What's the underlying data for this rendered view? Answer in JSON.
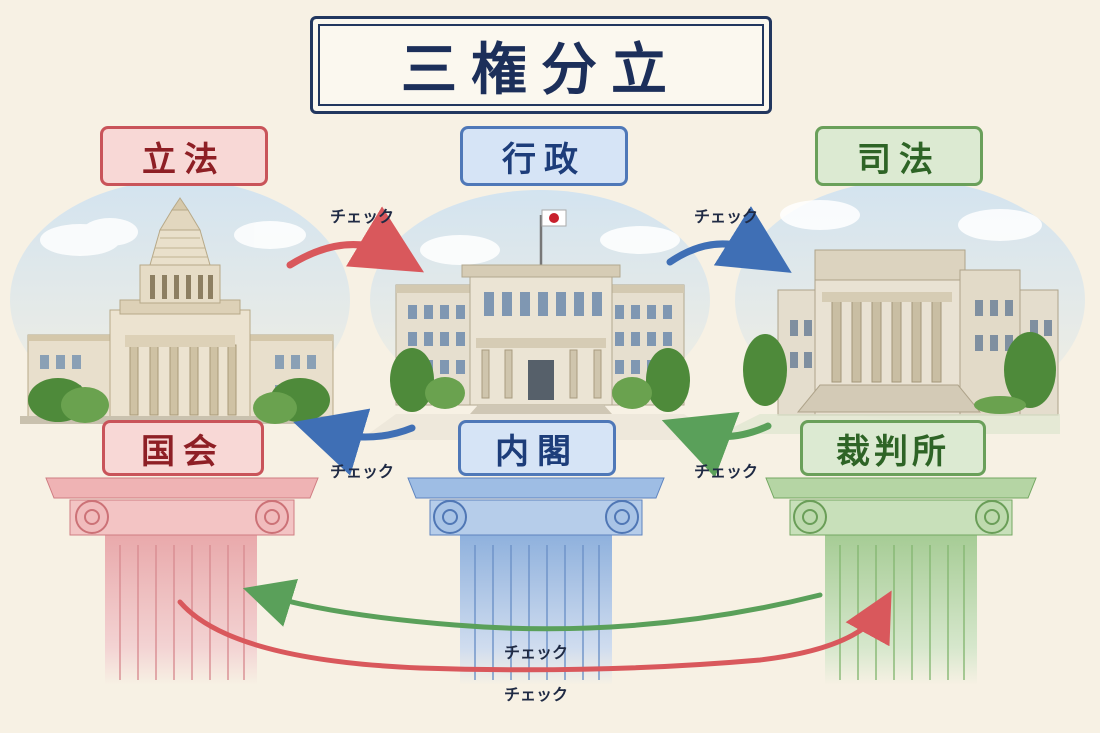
{
  "title": "三権分立",
  "branches": {
    "legislative": {
      "label": "立法",
      "institution": "国会"
    },
    "executive": {
      "label": "行政",
      "institution": "内閣"
    },
    "judicial": {
      "label": "司法",
      "institution": "裁判所"
    }
  },
  "arrows": {
    "leg_to_exec": "チェック",
    "exec_to_jud": "チェック",
    "exec_to_leg": "チェック",
    "jud_to_exec": "チェック",
    "jud_to_leg": "チェック",
    "leg_to_jud": "チェック"
  },
  "colors": {
    "legislative": "#d9585c",
    "executive": "#3f6fb5",
    "judicial": "#5aa05a",
    "title": "#1c2f5a"
  }
}
